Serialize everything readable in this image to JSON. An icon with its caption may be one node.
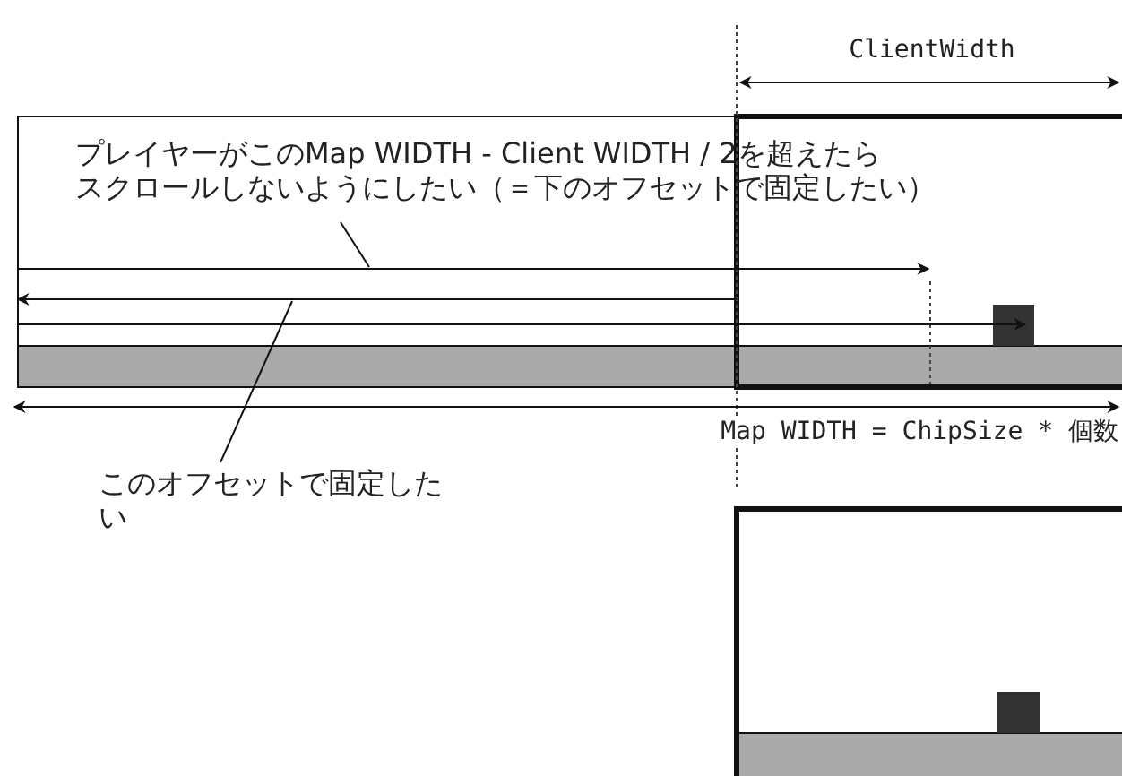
{
  "diagram": {
    "nodes": [
      {
        "text": [
          "プレイヤーがこのMap WIDTH - Client WIDTH / 2を超えたらスクロールしないようにしたい（＝下のオフセットで固定したい）"
        ]
      },
      {
        "text": [],
        "shape": "arrow"
      },
      {
        "text": [
          "このオフセットで固定したい"
        ]
      },
      {
        "text": [],
        "shape": "arrow"
      }
    ],
    "edges": [
      {
        "from": 0,
        "to": 1,
        "arrow": "none"
      },
      {
        "from": 2,
        "to": 3,
        "arrow": "none"
      }
    ],
    "labels": [
      "ClientWidth",
      "Map WIDTH = ChipSize * 個数"
    ]
  }
}
